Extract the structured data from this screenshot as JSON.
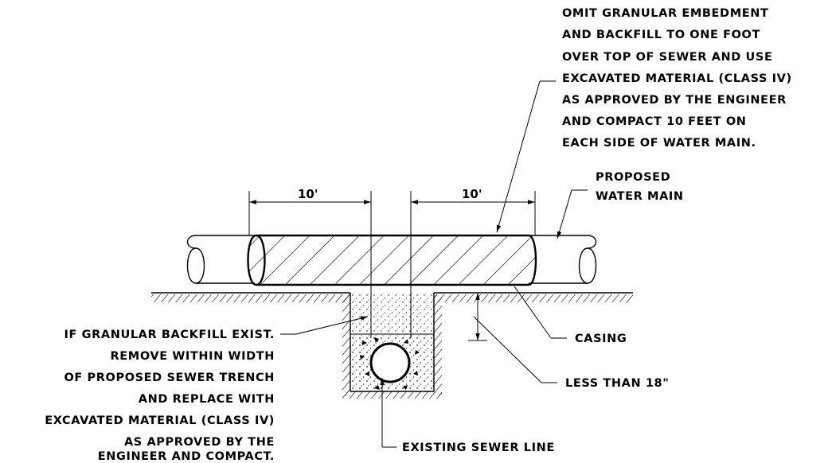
{
  "notes": {
    "top_note": [
      "OMIT GRANULAR EMBEDMENT",
      "AND BACKFILL TO ONE FOOT",
      "OVER TOP OF SEWER AND USE",
      "EXCAVATED MATERIAL (CLASS IV)",
      "AS APPROVED BY THE ENGINEER",
      "AND COMPACT 10 FEET ON",
      "EACH SIDE OF WATER MAIN."
    ],
    "proposed_water_main": [
      "PROPOSED",
      "WATER MAIN"
    ],
    "left_note": [
      "IF GRANULAR BACKFILL EXIST.",
      "REMOVE WITHIN WIDTH",
      "OF PROPOSED SEWER TRENCH",
      "AND REPLACE WITH",
      "EXCAVATED MATERIAL (CLASS IV)",
      "AS APPROVED BY THE",
      "ENGINEER AND COMPACT."
    ],
    "casing": "CASING",
    "less_than": "LESS THAN 18\"",
    "existing_sewer": "EXISTING SEWER LINE"
  },
  "dimensions": {
    "left": "10'",
    "right": "10'"
  }
}
